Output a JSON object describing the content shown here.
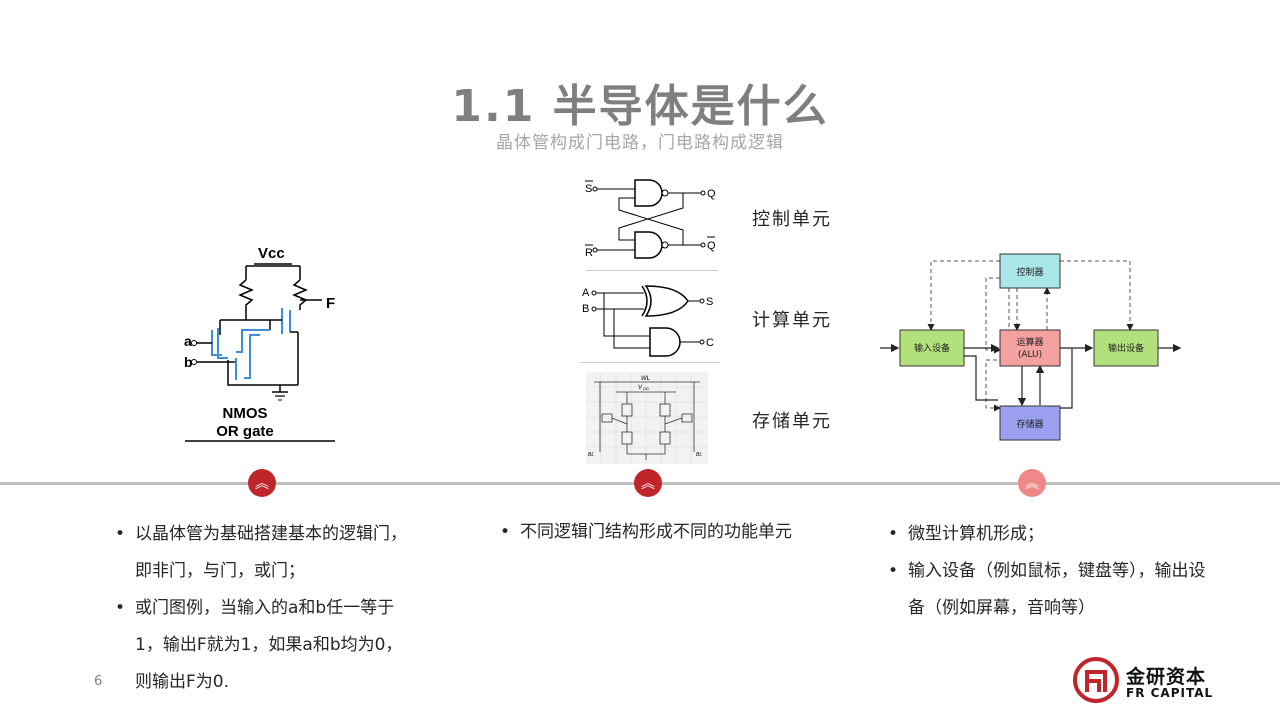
{
  "slide": {
    "title": "1.1 半导体是什么",
    "subtitle": "晶体管构成门电路，门电路构成逻辑",
    "page_number": "6"
  },
  "nmos": {
    "vcc": "Vcc",
    "out": "F",
    "in_a": "a",
    "in_b": "b",
    "caption_line1": "NMOS",
    "caption_line2": "OR gate"
  },
  "units": {
    "latch": {
      "s": "S",
      "r": "R",
      "q": "Q",
      "qbar": "Q",
      "label": "控制单元"
    },
    "adder": {
      "a": "A",
      "b": "B",
      "s": "S",
      "c": "C",
      "label": "计算单元"
    },
    "sram": {
      "wl": "WL",
      "vdd": "V",
      "vdd_sub": "DD",
      "label": "存储单元"
    }
  },
  "computer": {
    "controller": "控制器",
    "alu": "运算器",
    "alu_sub": "(ALU)",
    "input": "输入设备",
    "output": "输出设备",
    "memory": "存储器"
  },
  "columns": [
    {
      "bullets": [
        "以晶体管为基础搭建基本的逻辑门，即非门，与门，或门；",
        "或门图例，当输入的a和b任一等于1，输出F就为1，如果a和b均为0，则输出F为0."
      ]
    },
    {
      "bullets": [
        "不同逻辑门结构形成不同的功能单元"
      ]
    },
    {
      "bullets": [
        "微型计算机形成；",
        "输入设备（例如鼠标，键盘等），输出设备（例如屏幕，音响等）"
      ]
    }
  ],
  "logo": {
    "cn": "金研资本",
    "en": "FR CAPITAL"
  },
  "colors": {
    "marker_dark": "#c0252b",
    "marker_light": "#f0888a",
    "controller": "#a8e6e8",
    "alu": "#f4a1a1",
    "io": "#b2e07a",
    "memory": "#9aa0ef"
  }
}
